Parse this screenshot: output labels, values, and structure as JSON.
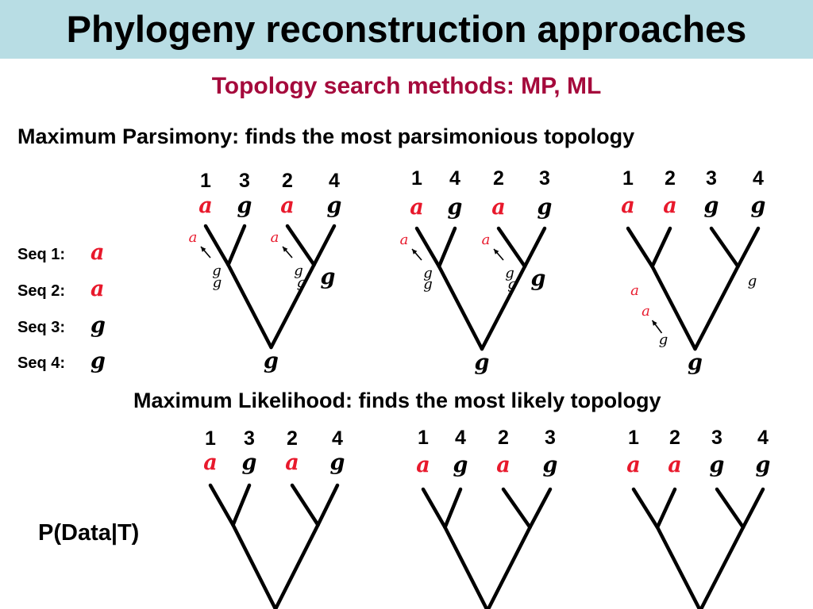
{
  "title": "Phylogeny reconstruction approaches",
  "subtitle": "Topology search methods: MP, ML",
  "mp_heading": "Maximum Parsimony: finds the most parsimonious topology",
  "ml_heading": "Maximum Likelihood: finds the most likely topology",
  "likelihood_label": "P(Data|T)",
  "colors": {
    "state_a": "#e8192c",
    "state_g": "#000000",
    "subtitle": "#a50a3c",
    "title_bar": "#b8dde4"
  },
  "sequences": [
    {
      "label": "Seq 1:",
      "state": "a"
    },
    {
      "label": "Seq 2:",
      "state": "a"
    },
    {
      "label": "Seq 3:",
      "state": "g"
    },
    {
      "label": "Seq 4:",
      "state": "g"
    }
  ],
  "mp_trees": [
    {
      "leaves": [
        "1",
        "3",
        "2",
        "4"
      ],
      "states": [
        "a",
        "g",
        "a",
        "g"
      ],
      "left_node": "g",
      "right_node": "g",
      "right_tip_note": "g",
      "root": "g",
      "changes": [
        {
          "from": "g",
          "to": "a"
        },
        {
          "from": "g",
          "to": "a"
        }
      ]
    },
    {
      "leaves": [
        "1",
        "4",
        "2",
        "3"
      ],
      "states": [
        "a",
        "g",
        "a",
        "g"
      ],
      "left_node": "g",
      "right_node": "g",
      "right_tip_note": "g",
      "root": "g",
      "changes": [
        {
          "from": "g",
          "to": "a"
        },
        {
          "from": "g",
          "to": "a"
        }
      ]
    },
    {
      "leaves": [
        "1",
        "2",
        "3",
        "4"
      ],
      "states": [
        "a",
        "a",
        "g",
        "g"
      ],
      "left_node": "a",
      "right_node": "g",
      "root": "g",
      "changes": [
        {
          "from": "g",
          "to": "a"
        }
      ]
    }
  ],
  "ml_trees": [
    {
      "leaves": [
        "1",
        "3",
        "2",
        "4"
      ],
      "states": [
        "a",
        "g",
        "a",
        "g"
      ]
    },
    {
      "leaves": [
        "1",
        "4",
        "2",
        "3"
      ],
      "states": [
        "a",
        "g",
        "a",
        "g"
      ]
    },
    {
      "leaves": [
        "1",
        "2",
        "3",
        "4"
      ],
      "states": [
        "a",
        "a",
        "g",
        "g"
      ]
    }
  ]
}
